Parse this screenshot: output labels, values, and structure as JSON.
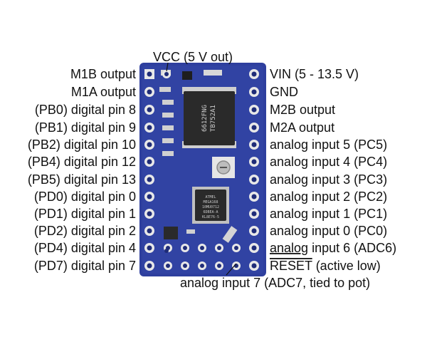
{
  "labels": {
    "top_vcc": "VCC (5 V out)",
    "bottom_pot": "analog input 7 (ADC7, tied to pot)",
    "left": [
      "M1B output",
      "M1A output",
      "(PB0) digital pin 8",
      "(PB1) digital pin 9",
      "(PB2) digital pin 10",
      "(PB4) digital pin 12",
      "(PB5) digital pin 13",
      "(PD0) digital pin 0",
      "(PD1) digital pin 1",
      "(PD2) digital pin 2",
      "(PD4) digital pin 4",
      "(PD7) digital pin 7"
    ],
    "right": [
      "VIN (5 - 13.5 V)",
      "GND",
      "M2B output",
      "M2A output",
      "analog input 5 (PC5)",
      "analog input 4 (PC4)",
      "analog input 3 (PC3)",
      "analog input 2 (PC2)",
      "analog input 1 (PC1)",
      "analog input 0 (PC0)"
    ],
    "right_adc6_prefix": "analog",
    "right_adc6_suffix": " input 6 (ADC6)",
    "right_reset_word": "RESET",
    "right_reset_suffix": " (active low)"
  },
  "chips": {
    "driver_line1": "TB752A1",
    "driver_line2": "6612FNG",
    "mcu_line1": "ATMEL",
    "mcu_line2": "MEGA168",
    "mcu_line3": "10MU0712",
    "mcu_line4": "6DBEA-A",
    "mcu_line5": "KL8E76-5"
  },
  "colors": {
    "board": "#2e3f9e",
    "board_dark": "#1f2c78",
    "pad": "#e8e8e8",
    "chip": "#2a2a2a"
  }
}
